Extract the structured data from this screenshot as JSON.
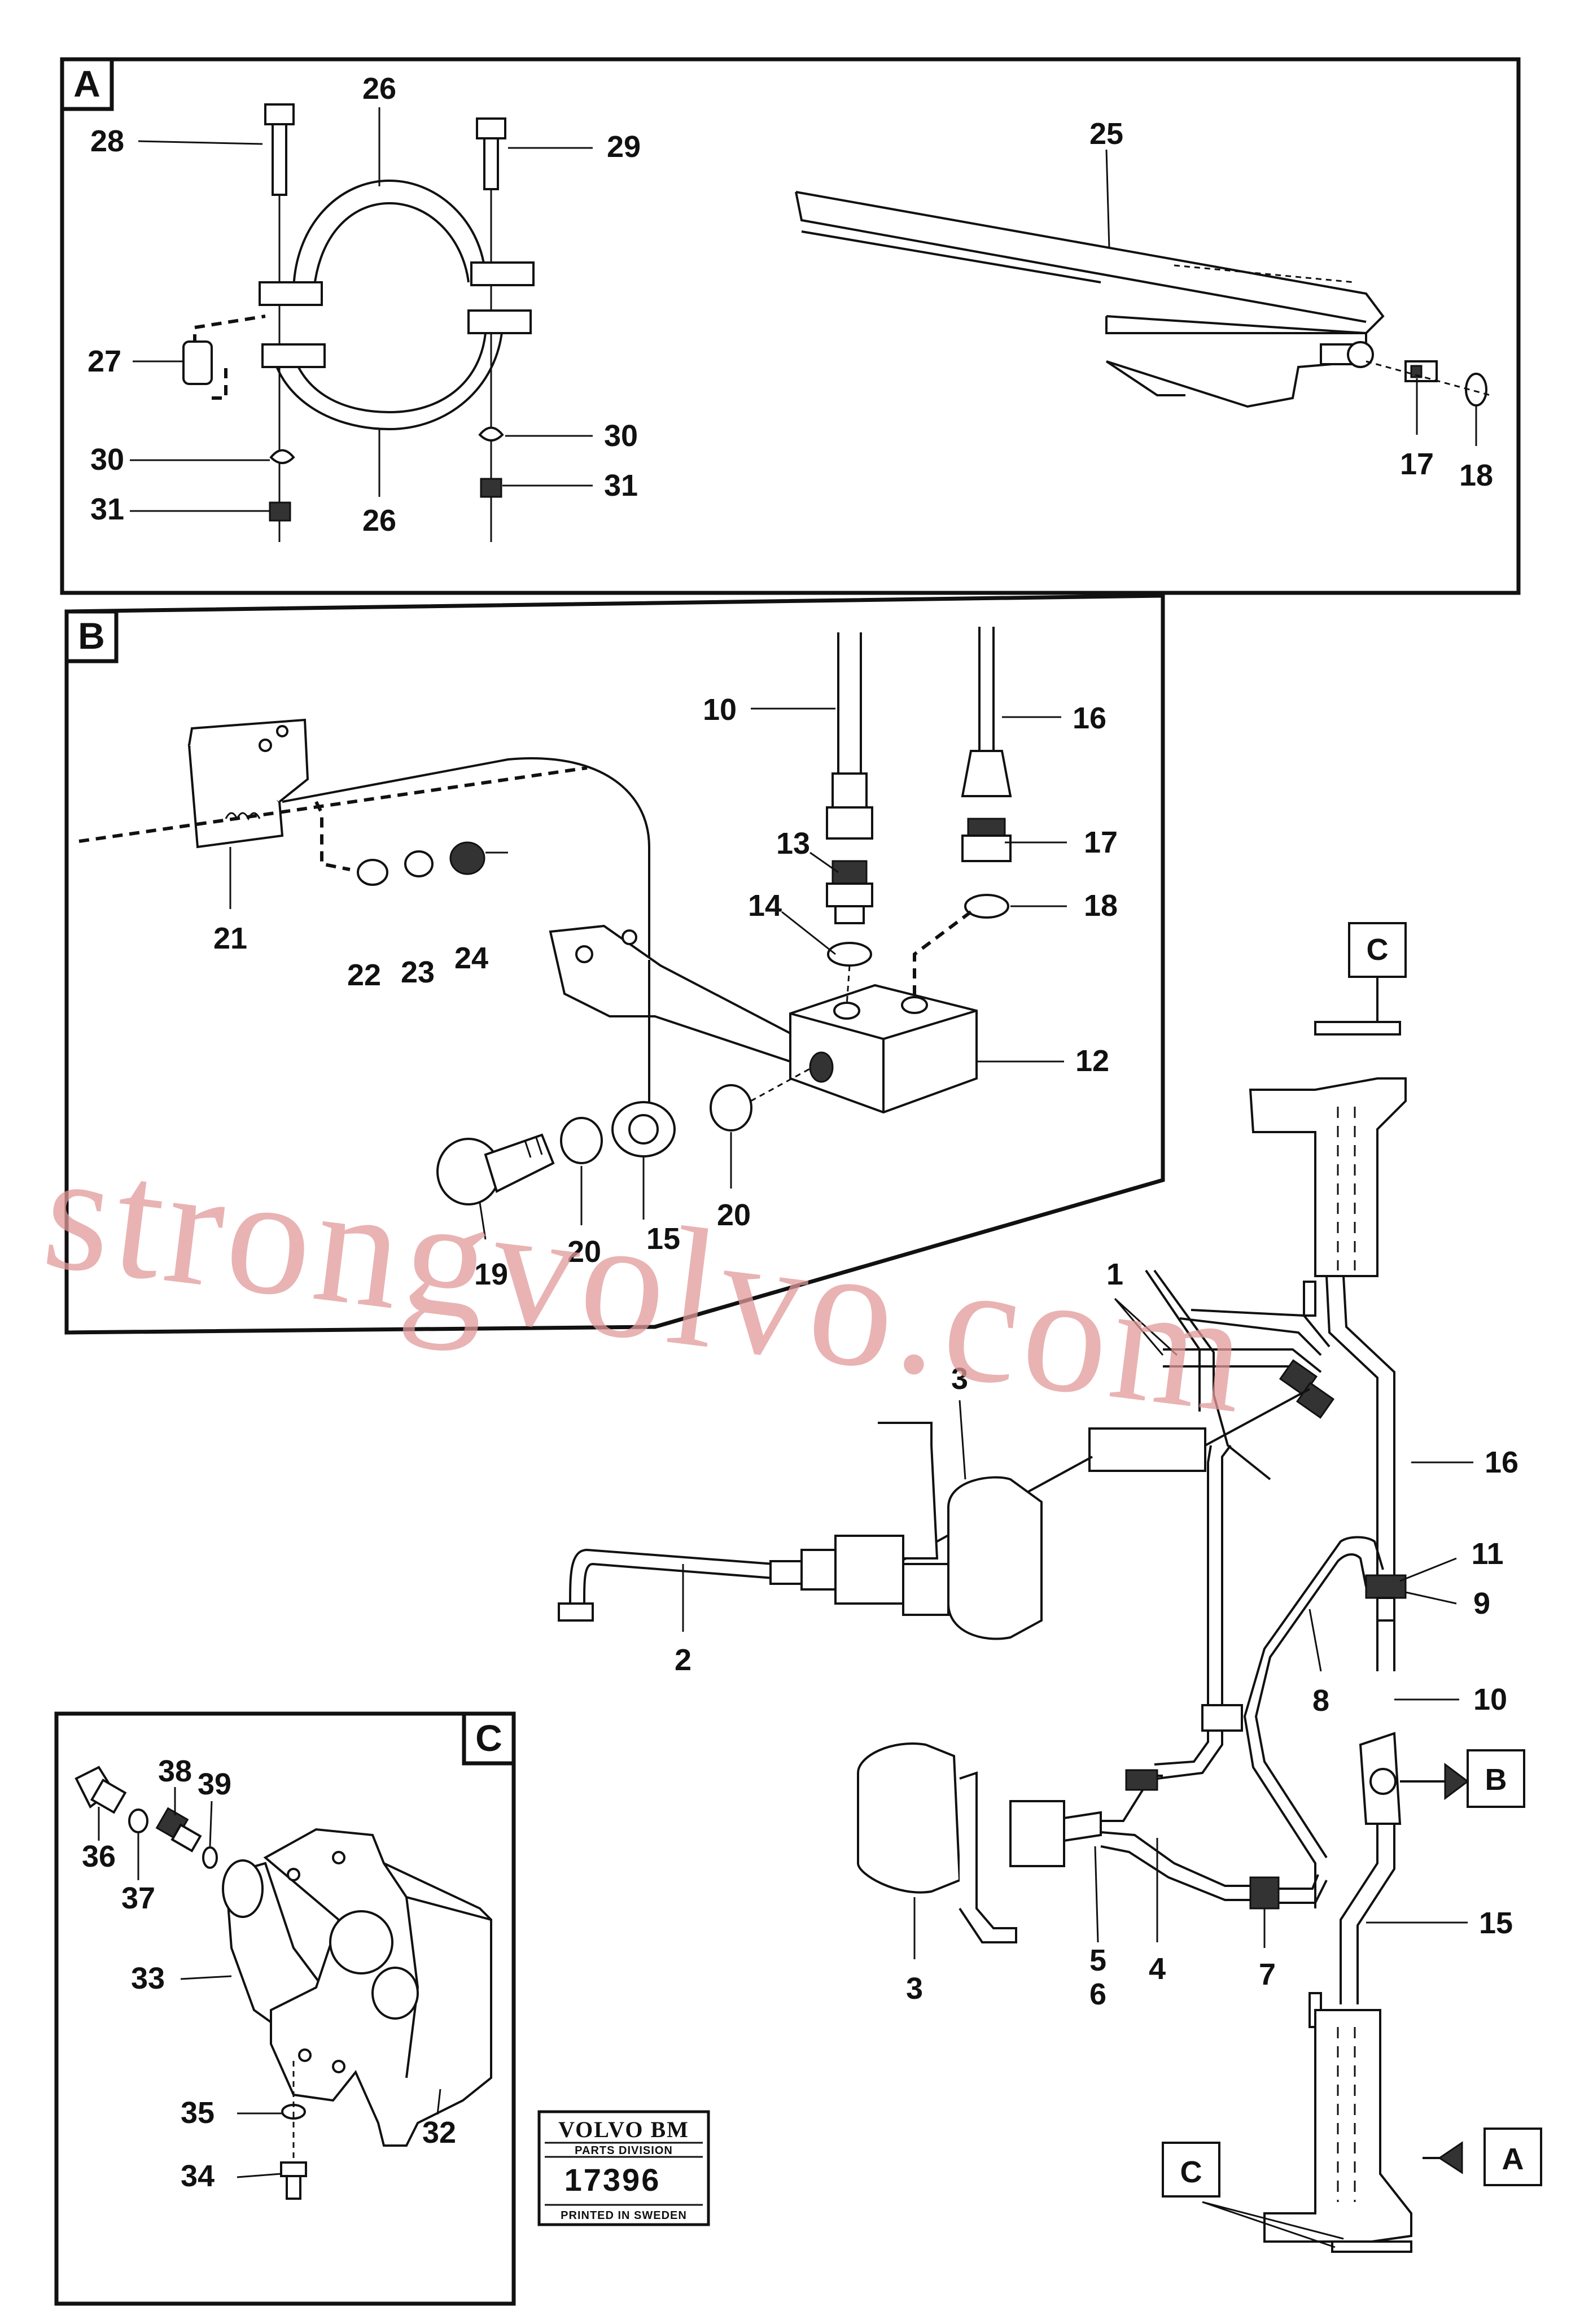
{
  "panels": {
    "a": {
      "letter": "A"
    },
    "b": {
      "letter": "B"
    },
    "c": {
      "letter": "C"
    }
  },
  "callouts": {
    "p1": "1",
    "p2": "2",
    "p3a": "3",
    "p3b": "3",
    "p4": "4",
    "p5": "5",
    "p6": "6",
    "p7": "7",
    "p8": "8",
    "p9": "9",
    "p10": "10",
    "p10b": "10",
    "p11": "11",
    "p12": "12",
    "p13": "13",
    "p14": "14",
    "p15": "15",
    "p15b": "15",
    "p16": "16",
    "p16b": "16",
    "p17": "17",
    "p17b": "17",
    "p18": "18",
    "p18b": "18",
    "p19": "19",
    "p20a": "20",
    "p20b": "20",
    "p21": "21",
    "p22": "22",
    "p23": "23",
    "p24": "24",
    "p25": "25",
    "p26a": "26",
    "p26b": "26",
    "p27": "27",
    "p28": "28",
    "p29": "29",
    "p30a": "30",
    "p30b": "30",
    "p31a": "31",
    "p31b": "31",
    "p32": "32",
    "p33": "33",
    "p34": "34",
    "p35": "35",
    "p36": "36",
    "p37": "37",
    "p38": "38",
    "p39": "39"
  },
  "refs": {
    "c_top": "C",
    "b_side": "B",
    "a_bottom": "A",
    "c_bottom": "C"
  },
  "stamp": {
    "brand": "VOLVO BM",
    "division": "PARTS DIVISION",
    "number": "17396",
    "printed": "PRINTED IN SWEDEN"
  },
  "watermark": "strongvolvo.com"
}
